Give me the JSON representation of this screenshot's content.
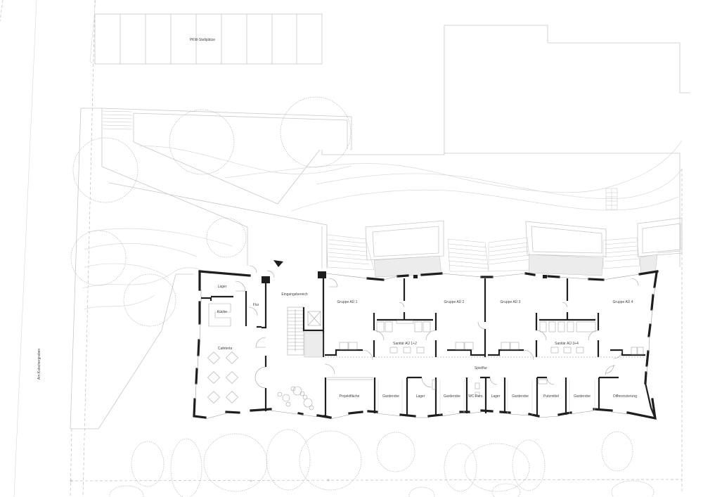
{
  "drawing": {
    "type": "floor plan / site plan",
    "colors": {
      "background": "#ffffff",
      "walls": "#1e1e1e",
      "site_lines": "#c8c8c8",
      "trees": "#bbbbbb",
      "label_text": "#444444",
      "shaded_area": "#ececec"
    }
  },
  "site": {
    "parking_label": "PKW-Stellplätze",
    "parking_spaces": 9,
    "street_label": "Am Kutschergraben"
  },
  "rooms": {
    "lager_1": "Lager",
    "kueche": "Küche",
    "flur": "Flur",
    "cafeteria": "Cafeteria",
    "eingangsbereich": "Eingangsbereich",
    "gruppe_1": "Gruppe AÜ 1",
    "gruppe_2": "Gruppe AÜ 2",
    "gruppe_3": "Gruppe AÜ 3",
    "gruppe_4": "Gruppe AÜ 4",
    "sanitaer_12": "Sanitär AÜ 1+2",
    "sanitaer_34": "Sanitär AÜ 3+4",
    "spielflur": "Spielflur",
    "projektflaeche": "Projektfläche",
    "garderobe_1": "Garderobe",
    "lager_2": "Lager",
    "garderobe_2": "Garderobe",
    "wc_pers": "WC Pers.",
    "lager_3": "Lager",
    "garderobe_3": "Garderobe",
    "putzmittel": "Putzmittel",
    "garderobe_4": "Garderobe",
    "differenzierung": "Differenzierung"
  }
}
